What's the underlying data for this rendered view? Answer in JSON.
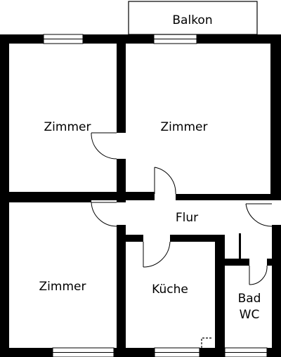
{
  "floorplan": {
    "balcony": {
      "label": "Balkon"
    },
    "rooms": {
      "top_left": {
        "label": "Zimmer"
      },
      "top_right": {
        "label": "Zimmer"
      },
      "bottom_left": {
        "label": "Zimmer"
      },
      "hallway": {
        "label": "Flur"
      },
      "kitchen": {
        "label": "Küche"
      },
      "bath_line1": {
        "label": "Bad"
      },
      "bath_line2": {
        "label": "WC"
      }
    }
  }
}
